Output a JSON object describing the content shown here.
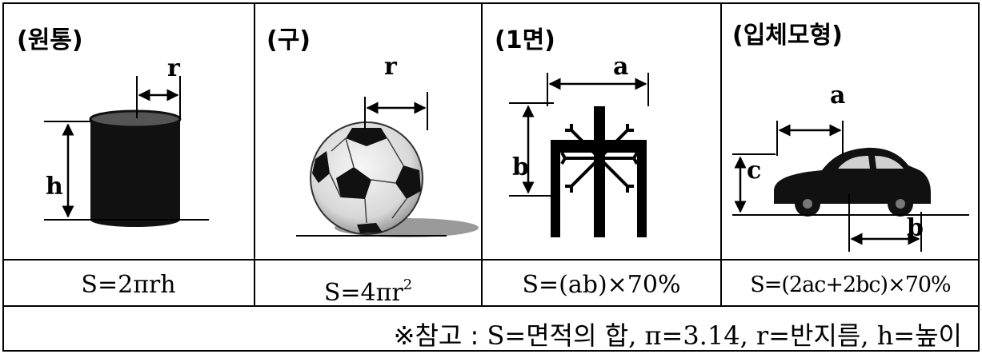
{
  "cells": [
    {
      "title": "(원통)",
      "formula": "S=2πrh"
    },
    {
      "title": "(구)",
      "formula_base": "S=4πr",
      "formula_sup": "2"
    },
    {
      "title": "(1면)",
      "formula": "S=(ab)×70%"
    },
    {
      "title": "(입체모형)",
      "formula": "S=(2ac+2bc)×70%"
    }
  ],
  "labels": {
    "cylinder_r": "r",
    "cylinder_h": "h",
    "sphere_r": "r",
    "plane_a": "a",
    "plane_b": "b",
    "solid_a": "a",
    "solid_c": "c",
    "solid_b": "b"
  },
  "note": {
    "prefix": "※참고 : ",
    "text": "S=면적의 합, π=3.14, r=반지름, h=높이"
  }
}
